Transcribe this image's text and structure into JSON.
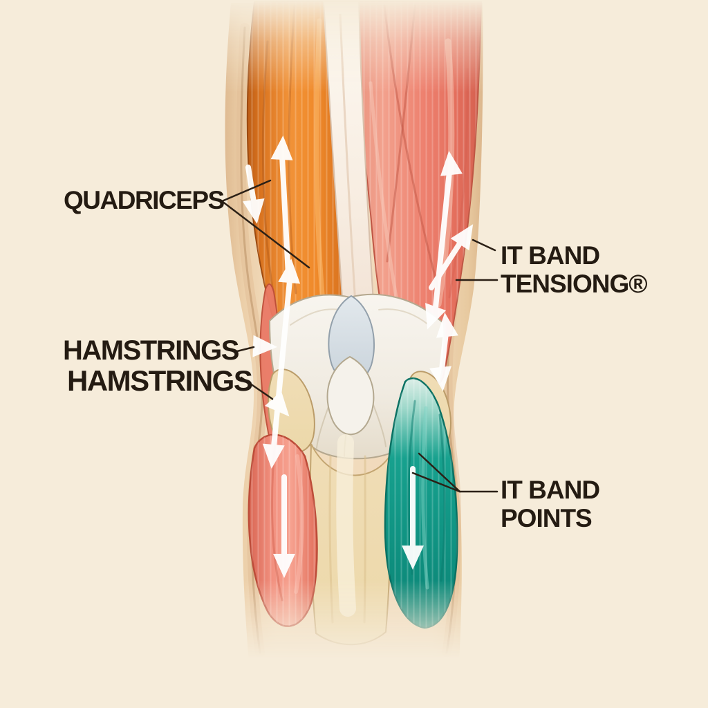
{
  "figure": {
    "type": "anatomical-illustration",
    "subject": "Knee and thigh muscle anatomy with pull-direction arrows",
    "background_color": "#f6ecda",
    "text_color": "#241b12",
    "labels": {
      "quadriceps": "QUADRICEPS",
      "hamstrings_upper": "HAMSTRINGS",
      "hamstrings_lower": "HAMSTRINGS",
      "it_band_tension": {
        "line1": "IT BAND",
        "line2": "TENSIONG®"
      },
      "it_band_points": {
        "line1": "IT BAND",
        "line2": "POINTS"
      }
    },
    "colors": {
      "quadriceps_orange": "#f19238",
      "hamstring_salmon": "#ee8270",
      "pale_tendon_band": "#f7ece0",
      "it_band_teal": "#17a18e",
      "bone_tan": "#ecd8a9",
      "knee_tendon_white": "#f0ebe1",
      "patella_blue_grey": "#c9d3db",
      "skin_tan": "#f2ddbf",
      "leader_line": "#2b2016",
      "arrow_white": "#ffffff"
    },
    "arrows": [
      {
        "name": "quadriceps-long-up-arrow",
        "direction": "up"
      },
      {
        "name": "quadriceps-short-down-arrow",
        "direction": "down"
      },
      {
        "name": "hamstring-long-up-arrow",
        "direction": "up"
      },
      {
        "name": "it-band-small-up-arrow",
        "direction": "up-right"
      },
      {
        "name": "knee-double-headed-arrow",
        "direction": "up-down"
      },
      {
        "name": "hamstrings-right-pointer-arrow",
        "direction": "right"
      },
      {
        "name": "hamstrings-downright-pointer-arrow",
        "direction": "down-right"
      },
      {
        "name": "calf-long-down-arrow",
        "direction": "down"
      },
      {
        "name": "it-band-long-down-arrow",
        "direction": "down"
      }
    ]
  }
}
